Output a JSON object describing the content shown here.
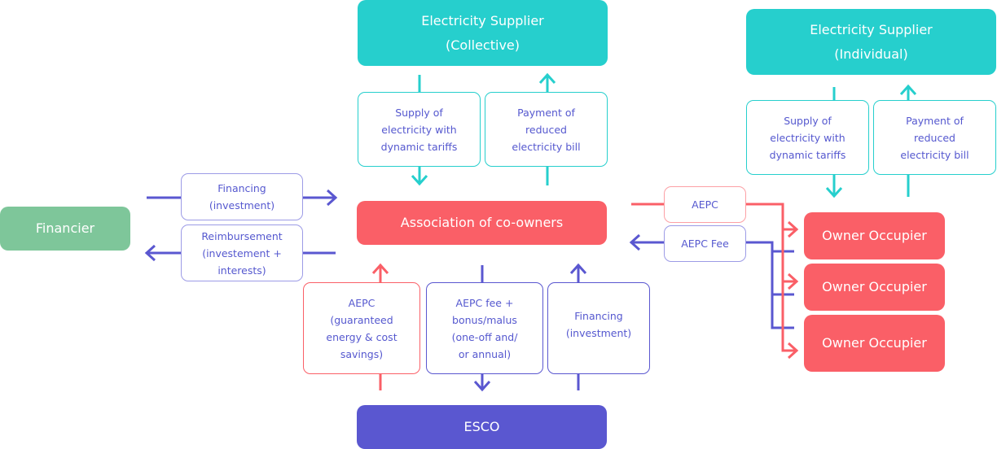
{
  "colors": {
    "teal": "#26cfcd",
    "red": "#fa5f67",
    "green": "#7ec69a",
    "blue": "#5a57d0",
    "label_text": "#5558cf"
  },
  "nodes": {
    "supplier_collective": "Electricity Supplier\n(Collective)",
    "supplier_individual": "Electricity Supplier\n(Individual)",
    "financier": "Financier",
    "association": "Association of co-owners",
    "esco": "ESCO",
    "owner_occupiers": [
      "Owner Occupier",
      "Owner Occupier",
      "Owner Occupier"
    ]
  },
  "flows": {
    "collective_supply": "Supply of\nelectricity with\ndynamic tariffs",
    "collective_payment": "Payment of\nreduced\nelectricity bill",
    "individual_supply": "Supply of\nelectricity with\ndynamic tariffs",
    "individual_payment": "Payment of\nreduced\nelectricity bill",
    "financier_financing": "Financing\n(investment)",
    "financier_reimbursement": "Reimbursement\n(investement +\ninterests)",
    "owner_aepc": "AEPC",
    "owner_aepc_fee": "AEPC Fee",
    "esco_aepc": "AEPC\n(guaranteed\nenergy & cost\nsavings)",
    "esco_fee": "AEPC fee +\nbonus/malus\n(one-off and/\nor annual)",
    "esco_financing": "Financing\n(investment)"
  }
}
